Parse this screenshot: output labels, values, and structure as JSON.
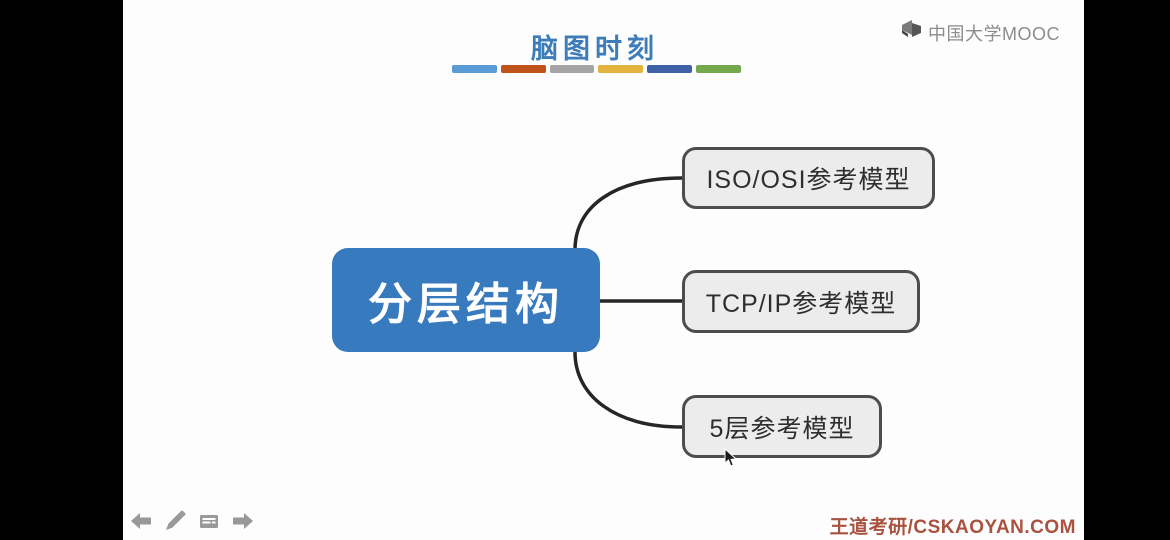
{
  "slide": {
    "title": "脑图时刻",
    "title_color": "#3C7CB9",
    "accent_dashes": [
      {
        "name": "blue",
        "color": "#5B9BD5"
      },
      {
        "name": "orange",
        "color": "#C0531B"
      },
      {
        "name": "gray",
        "color": "#A5A5A5"
      },
      {
        "name": "gold",
        "color": "#E4B33F"
      },
      {
        "name": "dark-blue",
        "color": "#3E62A5"
      },
      {
        "name": "green",
        "color": "#74A84C"
      }
    ]
  },
  "brand": {
    "name": "中国大学MOOC",
    "color": "#8C8C8C"
  },
  "mindmap": {
    "root": {
      "label": "分层结构",
      "bg_color": "#377ABD",
      "text_color": "#FFFFFF"
    },
    "children": [
      {
        "label": "ISO/OSI参考模型"
      },
      {
        "label": "TCP/IP参考模型"
      },
      {
        "label": "5层参考模型"
      }
    ],
    "child_bg_color": "#ECECEC",
    "child_border_color": "#4D4D4D",
    "connector_color": "#262626"
  },
  "player_controls": {
    "items": [
      {
        "name": "previous-arrow"
      },
      {
        "name": "pencil"
      },
      {
        "name": "keyboard-panel"
      },
      {
        "name": "next-arrow"
      }
    ],
    "icon_color": "#999999"
  },
  "watermark": {
    "text": "王道考研/CSKAOYAN.COM",
    "color": "#A9523F"
  }
}
